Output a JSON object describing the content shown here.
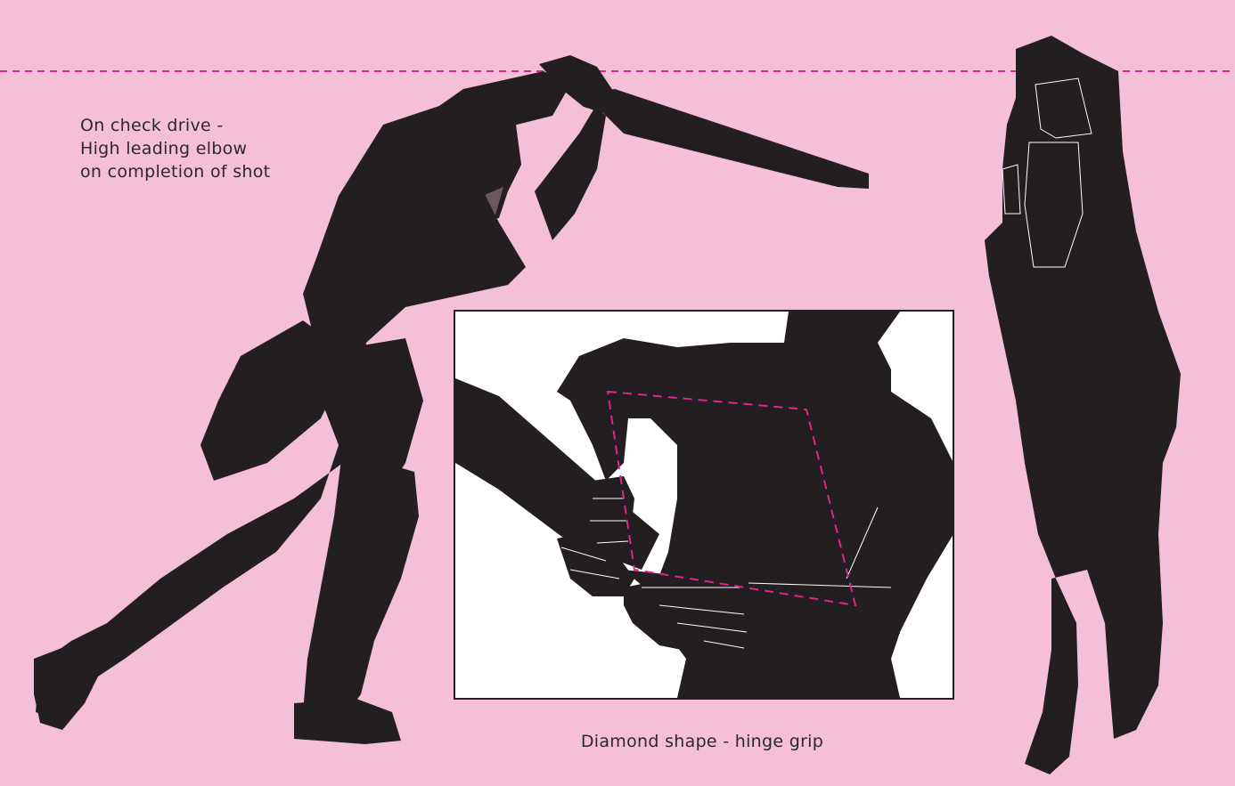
{
  "colors": {
    "background": "#f5bfd8",
    "silhouette": "#231f20",
    "guide_line": "#e0248a",
    "inset_background": "#ffffff"
  },
  "annotations": {
    "top_left": [
      "On check drive -",
      "High leading elbow",
      "on completion of shot"
    ],
    "bottom": "Diamond shape - hinge grip"
  },
  "figures": {
    "left": "batter-follow-through-silhouette",
    "right": "batter-front-view-silhouette",
    "inset": "hinge-grip-closeup"
  }
}
